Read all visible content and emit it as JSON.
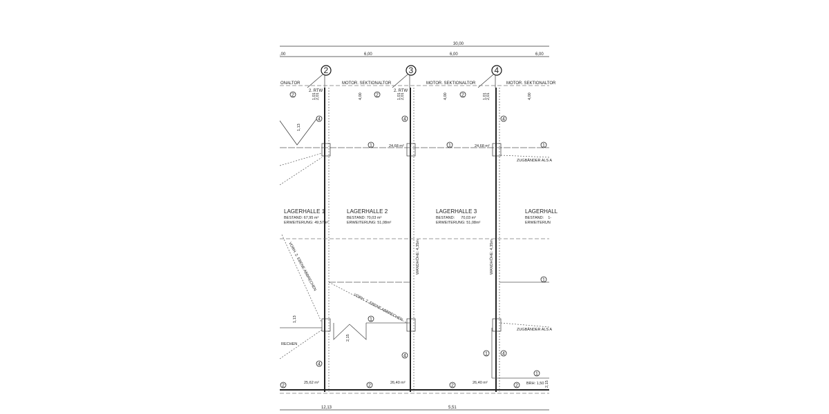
{
  "dimensions": {
    "overall": "30,00",
    "left_partial": ",00",
    "bay_1": "6,00",
    "bay_2": "6,00",
    "bay_3": "6,00",
    "bottom_1": "12,13",
    "bottom_2": "5,51"
  },
  "grid_axes": [
    "2",
    "3",
    "4"
  ],
  "doors": {
    "partial": "ONALTOR",
    "motor": "MOTOR. SEKTIONALTOR",
    "rtw": "2. RTW"
  },
  "rooms": [
    {
      "name": "LAGERHALLE 1",
      "bestand": "BESTAND: 67,95 m²",
      "erweiterung": "ERWEITERUNG: 49,57m²"
    },
    {
      "name": "LAGERHALLE 2",
      "bestand": "BESTAND: 70,03 m²",
      "erweiterung": "ERWEITERUNG: 51,08m²"
    },
    {
      "name": "LAGERHALLE 3",
      "bestand": "BESTAND:      70,03 m²",
      "erweiterung": "ERWEITERUNG: 51,08m²"
    },
    {
      "name": "LAGERHALL",
      "bestand": "BESTAND:    1-",
      "erweiterung": "ERWEITERUN"
    }
  ],
  "areas": {
    "top_1": "24,68 m²",
    "top_2": "24,68 m²",
    "bottom_1": "25,62 m²",
    "bottom_2": "26,40 m²",
    "bottom_3": "26,40 m²"
  },
  "annotations": {
    "zugbaender": "ZUGBÄNDER ALS A",
    "vorh_abbrechen": "VORH. 2. EBENE ABBRECHEN",
    "wandhoehe": "WANDHÖHE: 4,35m",
    "brh": "BRH: 1,50",
    "rechen": "RECHEN",
    "small_dim_a": "1,01",
    "small_dim_b": "2,01",
    "small_dim_c": "4,00",
    "small_dim_d": "1,13",
    "small_dim_e": "2,15",
    "small_dim_f": "2,15"
  },
  "markers": {
    "one": "1",
    "two": "2",
    "four": "4"
  }
}
